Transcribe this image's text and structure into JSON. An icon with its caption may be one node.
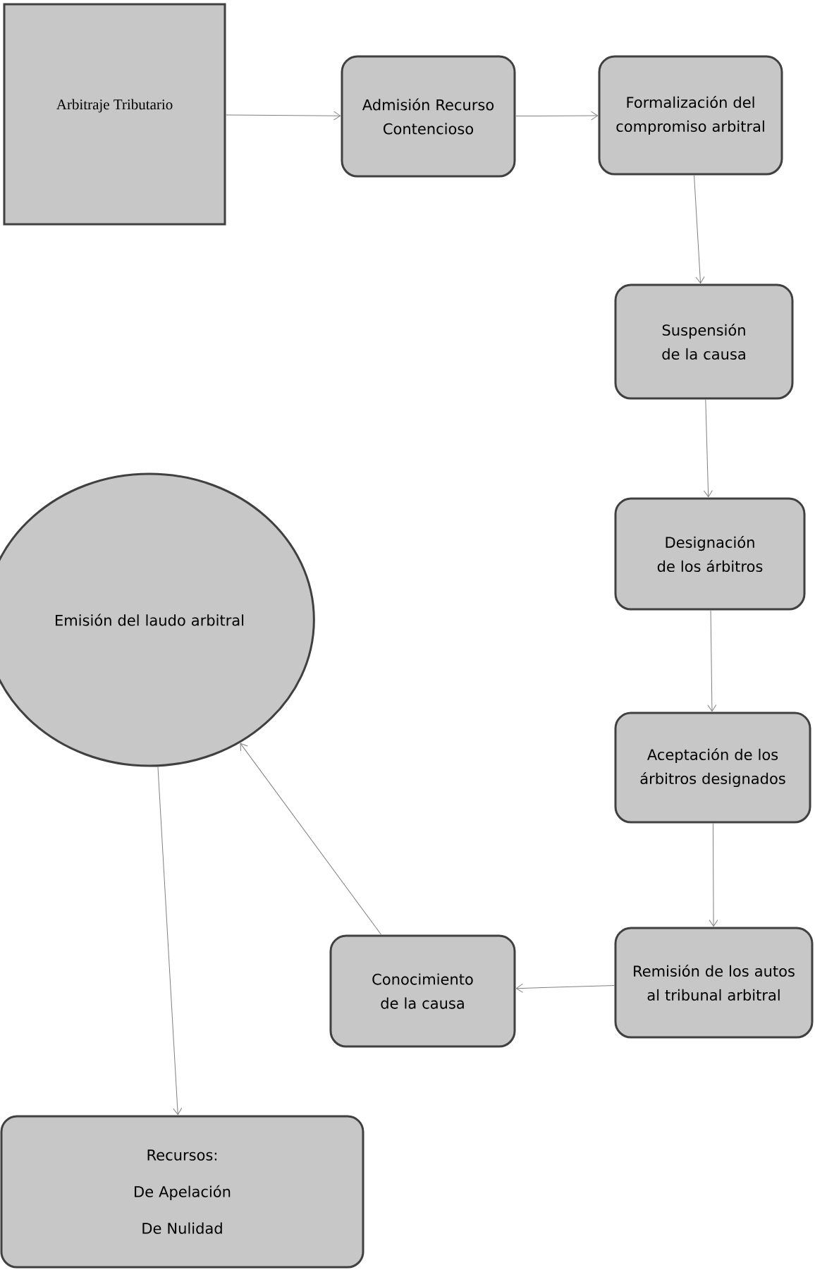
{
  "diagram": {
    "nodes": [
      {
        "text": [
          "Arbitraje Tributario"
        ]
      },
      {
        "text": [
          "Admisión Recurso Contencioso"
        ]
      },
      {
        "text": [
          "Formalización del compromiso arbitral"
        ]
      },
      {
        "text": [
          "Suspensión de la causa"
        ]
      },
      {
        "text": [
          "Designación de los árbitros"
        ]
      },
      {
        "text": [
          "Aceptación de los árbitros designados"
        ]
      },
      {
        "text": [
          "Remisión de los autos al tribunal arbitral"
        ]
      },
      {
        "text": [
          "Conocimiento de la causa"
        ]
      },
      {
        "text": [
          "Emisión del laudo arbitral"
        ]
      },
      {
        "text": [
          "Recursos:",
          "De Apelación",
          "De Nulidad"
        ]
      }
    ],
    "edges": [
      {
        "from": 0,
        "to": 1,
        "arrow": "to"
      },
      {
        "from": 1,
        "to": 2,
        "arrow": "to"
      },
      {
        "from": 2,
        "to": 3,
        "arrow": "to"
      },
      {
        "from": 3,
        "to": 4,
        "arrow": "to"
      },
      {
        "from": 4,
        "to": 5,
        "arrow": "to"
      },
      {
        "from": 5,
        "to": 6,
        "arrow": "to"
      },
      {
        "from": 6,
        "to": 7,
        "arrow": "to"
      },
      {
        "from": 7,
        "to": 8,
        "arrow": "to"
      },
      {
        "from": 8,
        "to": 9,
        "arrow": "to"
      }
    ]
  }
}
